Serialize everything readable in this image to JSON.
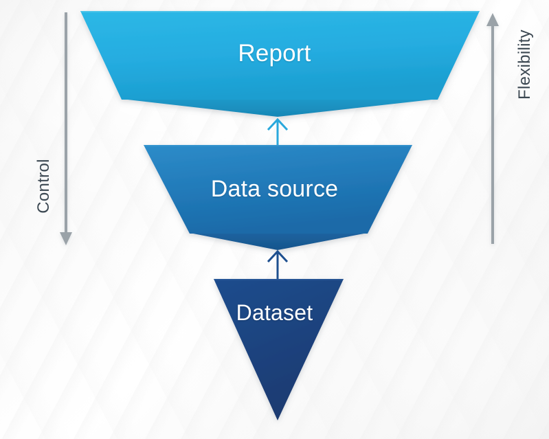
{
  "diagram": {
    "title": "Report / Data source / Dataset funnel",
    "background_color": "#f7f7f7",
    "layers": [
      {
        "id": "report",
        "label": "Report",
        "shape": "trapezoid",
        "level": 1,
        "fill_top": "#2ab4e2",
        "fill_bottom": "#1fa3d3",
        "shadow_fill": "#1c8fbf",
        "text_color": "#ffffff"
      },
      {
        "id": "data-source",
        "label": "Data source",
        "shape": "trapezoid",
        "level": 2,
        "fill_top": "#2a86c4",
        "fill_bottom": "#1b6fae",
        "shadow_fill": "#1a5e95",
        "text_color": "#ffffff"
      },
      {
        "id": "dataset",
        "label": "Dataset",
        "shape": "inverted-triangle",
        "level": 3,
        "fill_top": "#1b4683",
        "fill_bottom": "#1c3c74",
        "shadow_fill": "#16356a",
        "text_color": "#ffffff"
      }
    ],
    "connectors": [
      {
        "id": "dataset-to-data-source",
        "from": "dataset",
        "to": "data-source",
        "direction": "up",
        "color": "#1d4f8f"
      },
      {
        "id": "data-source-to-report",
        "from": "data-source",
        "to": "report",
        "direction": "up",
        "color": "#29a8dc"
      }
    ],
    "axes": [
      {
        "id": "control",
        "label": "Control",
        "side": "left",
        "direction": "down",
        "color": "#9aa2a8",
        "text_color": "#3c4852"
      },
      {
        "id": "flexibility",
        "label": "Flexibility",
        "side": "right",
        "direction": "up",
        "color": "#9aa2a8",
        "text_color": "#3c4852"
      }
    ]
  }
}
